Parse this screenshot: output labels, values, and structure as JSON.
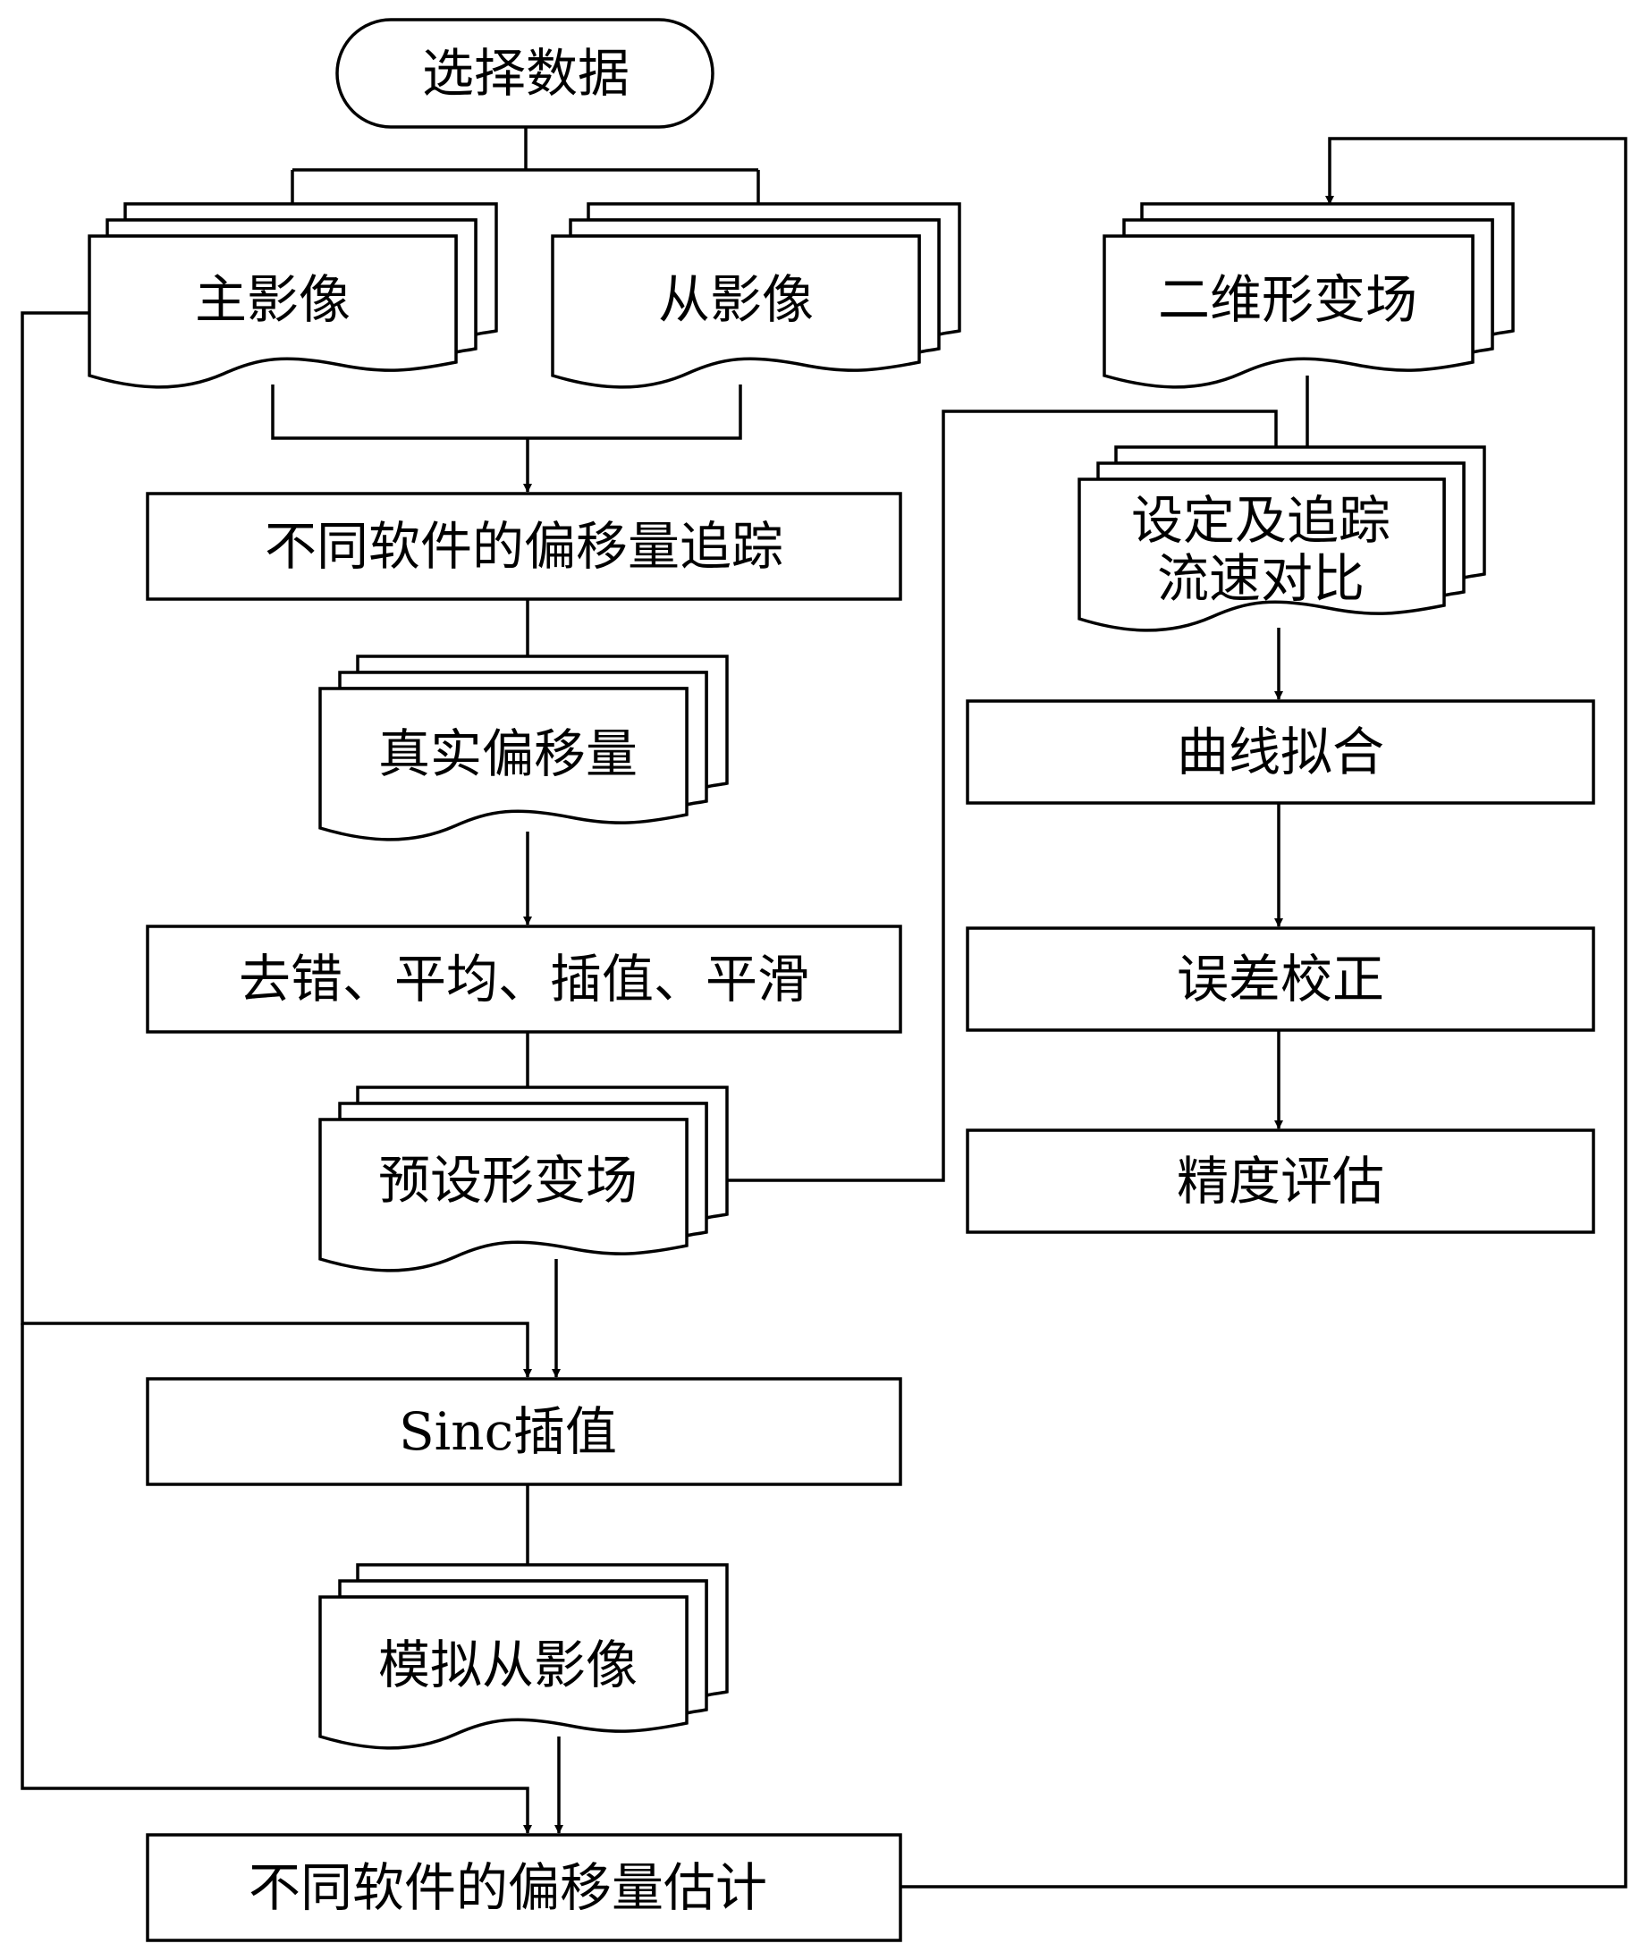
{
  "nodes": {
    "select_data": "选择数据",
    "master_image": "主影像",
    "slave_image": "从影像",
    "offset_tracking": "不同软件的偏移量追踪",
    "true_offset": "真实偏移量",
    "postprocess": "去错、平均、插值、平滑",
    "preset_field": "预设形变场",
    "sinc": "Sinc插值",
    "sim_slave": "模拟从影像",
    "offset_estimate": "不同软件的偏移量估计",
    "deform_2d": "二维形变场",
    "compare_line1": "设定及追踪",
    "compare_line2": "流速对比",
    "curve_fit": "曲线拟合",
    "error_correct": "误差校正",
    "accuracy": "精度评估"
  }
}
